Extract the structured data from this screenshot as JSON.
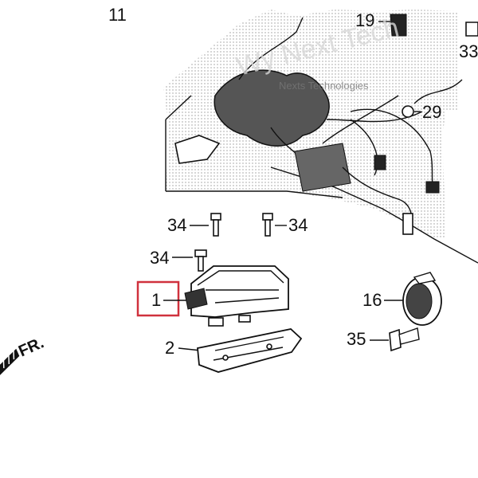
{
  "diagram": {
    "figure_number": "11",
    "labels": {
      "p19": "19",
      "p33": "33",
      "p29": "29",
      "p34a": "34",
      "p34b": "34",
      "p34c": "34",
      "p1": "1",
      "p16": "16",
      "p2": "2",
      "p35": "35"
    },
    "front_marker": "FR.",
    "watermark": {
      "main": "Wy Next Tech",
      "sub": "Nexts Technologies"
    },
    "highlight_color": "#d0313d"
  }
}
